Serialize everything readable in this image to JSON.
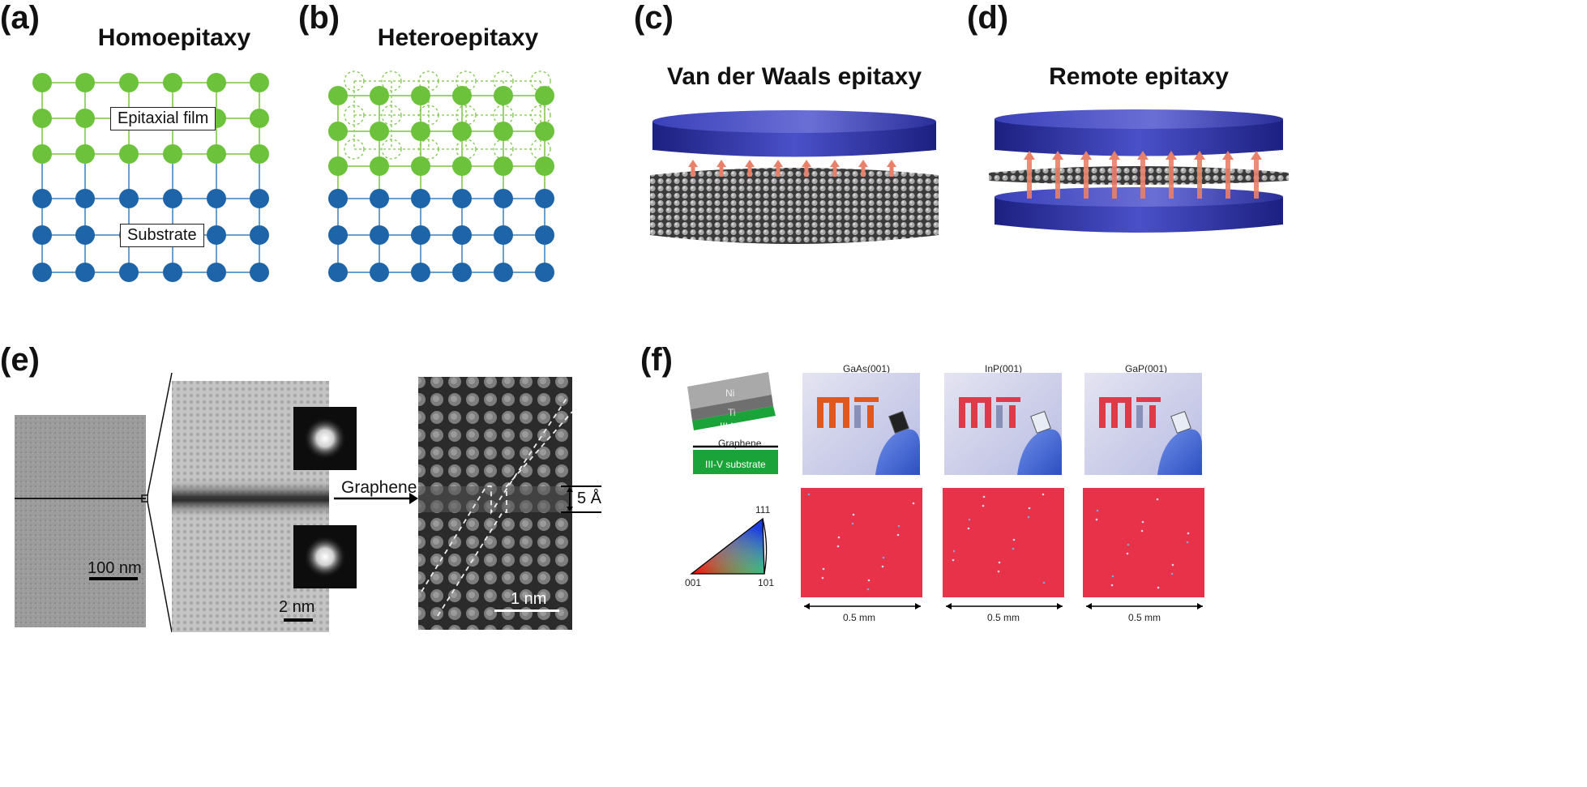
{
  "panels": {
    "a": {
      "label": "(a)",
      "title": "Homoepitaxy",
      "film_label": "Epitaxial film",
      "substrate_label": "Substrate"
    },
    "b": {
      "label": "(b)",
      "title": "Heteroepitaxy"
    },
    "c": {
      "label": "(c)",
      "title": "Van der Waals epitaxy"
    },
    "d": {
      "label": "(d)",
      "title": "Remote epitaxy"
    },
    "e": {
      "label": "(e)",
      "scale_left": "100 nm",
      "scale_mid": "2 nm",
      "arrow_label": "Graphene",
      "spacing_label": "5 Å",
      "scale_right": "1 nm"
    },
    "f": {
      "label": "(f)",
      "stack_layers": [
        "Ni",
        "Ti",
        "III-V film"
      ],
      "graphene_label": "Graphene",
      "substrate_label": "III-V substrate",
      "columns": [
        "GaAs(001)",
        "InP(001)",
        "GaP(001)"
      ],
      "triangle_labels": {
        "top": "111",
        "left": "001",
        "right": "101"
      },
      "scale_label": "0.5 mm"
    }
  },
  "colors": {
    "film_green": "#6cc23a",
    "substrate_blue": "#1e64a8",
    "disk_blue": "#2a2f9a",
    "arrow_salmon": "#e8806a",
    "ebsd_red": "#e8324a"
  }
}
